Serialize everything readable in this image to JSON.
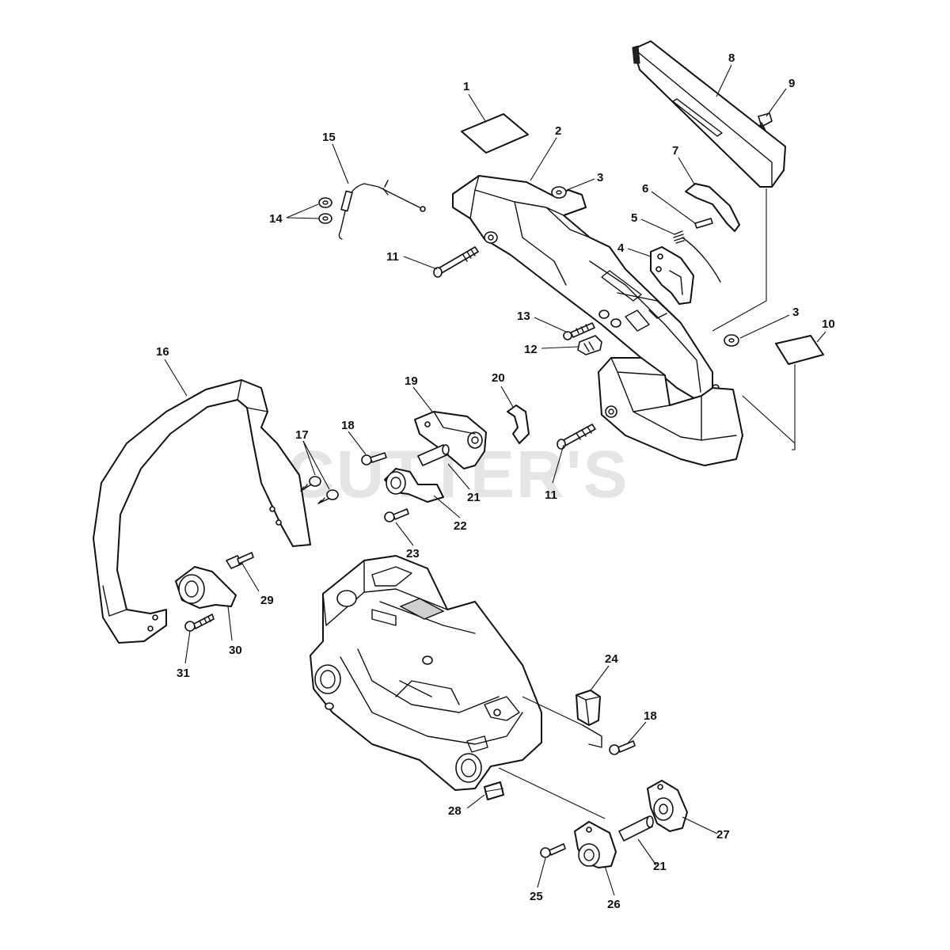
{
  "watermark": "CUTTER'S",
  "callouts": [
    {
      "id": "c1",
      "label": "1"
    },
    {
      "id": "c2",
      "label": "2"
    },
    {
      "id": "c3a",
      "label": "3"
    },
    {
      "id": "c3b",
      "label": "3"
    },
    {
      "id": "c4",
      "label": "4"
    },
    {
      "id": "c5",
      "label": "5"
    },
    {
      "id": "c6",
      "label": "6"
    },
    {
      "id": "c7",
      "label": "7"
    },
    {
      "id": "c8",
      "label": "8"
    },
    {
      "id": "c9",
      "label": "9"
    },
    {
      "id": "c10",
      "label": "10"
    },
    {
      "id": "c11a",
      "label": "11"
    },
    {
      "id": "c11b",
      "label": "11"
    },
    {
      "id": "c12",
      "label": "12"
    },
    {
      "id": "c13",
      "label": "13"
    },
    {
      "id": "c14",
      "label": "14"
    },
    {
      "id": "c15",
      "label": "15"
    },
    {
      "id": "c16",
      "label": "16"
    },
    {
      "id": "c17",
      "label": "17"
    },
    {
      "id": "c18a",
      "label": "18"
    },
    {
      "id": "c18b",
      "label": "18"
    },
    {
      "id": "c19",
      "label": "19"
    },
    {
      "id": "c20",
      "label": "20"
    },
    {
      "id": "c21a",
      "label": "21"
    },
    {
      "id": "c21b",
      "label": "21"
    },
    {
      "id": "c22",
      "label": "22"
    },
    {
      "id": "c23",
      "label": "23"
    },
    {
      "id": "c24",
      "label": "24"
    },
    {
      "id": "c25",
      "label": "25"
    },
    {
      "id": "c26",
      "label": "26"
    },
    {
      "id": "c27",
      "label": "27"
    },
    {
      "id": "c28",
      "label": "28"
    },
    {
      "id": "c29",
      "label": "29"
    },
    {
      "id": "c30",
      "label": "30"
    },
    {
      "id": "c31",
      "label": "31"
    }
  ]
}
